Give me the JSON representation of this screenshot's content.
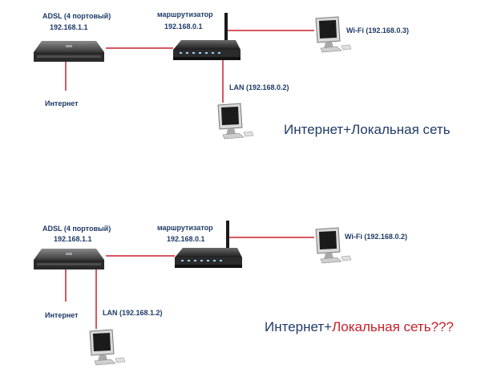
{
  "colors": {
    "cable": "#c8202a",
    "label_text": "#1e3a66",
    "caption_text": "#213b6b",
    "caption_accent": "#c8202a"
  },
  "diagram_top": {
    "adsl_label": "ADSL (4 портовый)",
    "adsl_ip": "192.168.1.1",
    "router_label": "маршрутизатор",
    "router_ip": "192.168.0.1",
    "wifi_label": "Wi-Fi (192.168.0.3)",
    "lan_label": "LAN (192.168.0.2)",
    "internet_label": "Интернет",
    "caption": "Интернет+Локальная сеть"
  },
  "diagram_bottom": {
    "adsl_label": "ADSL (4 портовый)",
    "adsl_ip": "192.168.1.1",
    "router_label": "маршрутизатор",
    "router_ip": "192.168.0.1",
    "wifi_label": "Wi-Fi (192.168.0.2)",
    "lan_label": "LAN (192.168.1.2)",
    "internet_label": "Интернет",
    "caption_part1": "Интернет+",
    "caption_part2": "Локальная сеть???"
  },
  "icons": {
    "modem": "adsl-modem-icon",
    "router": "wifi-router-icon",
    "monitor": "computer-monitor-icon"
  }
}
